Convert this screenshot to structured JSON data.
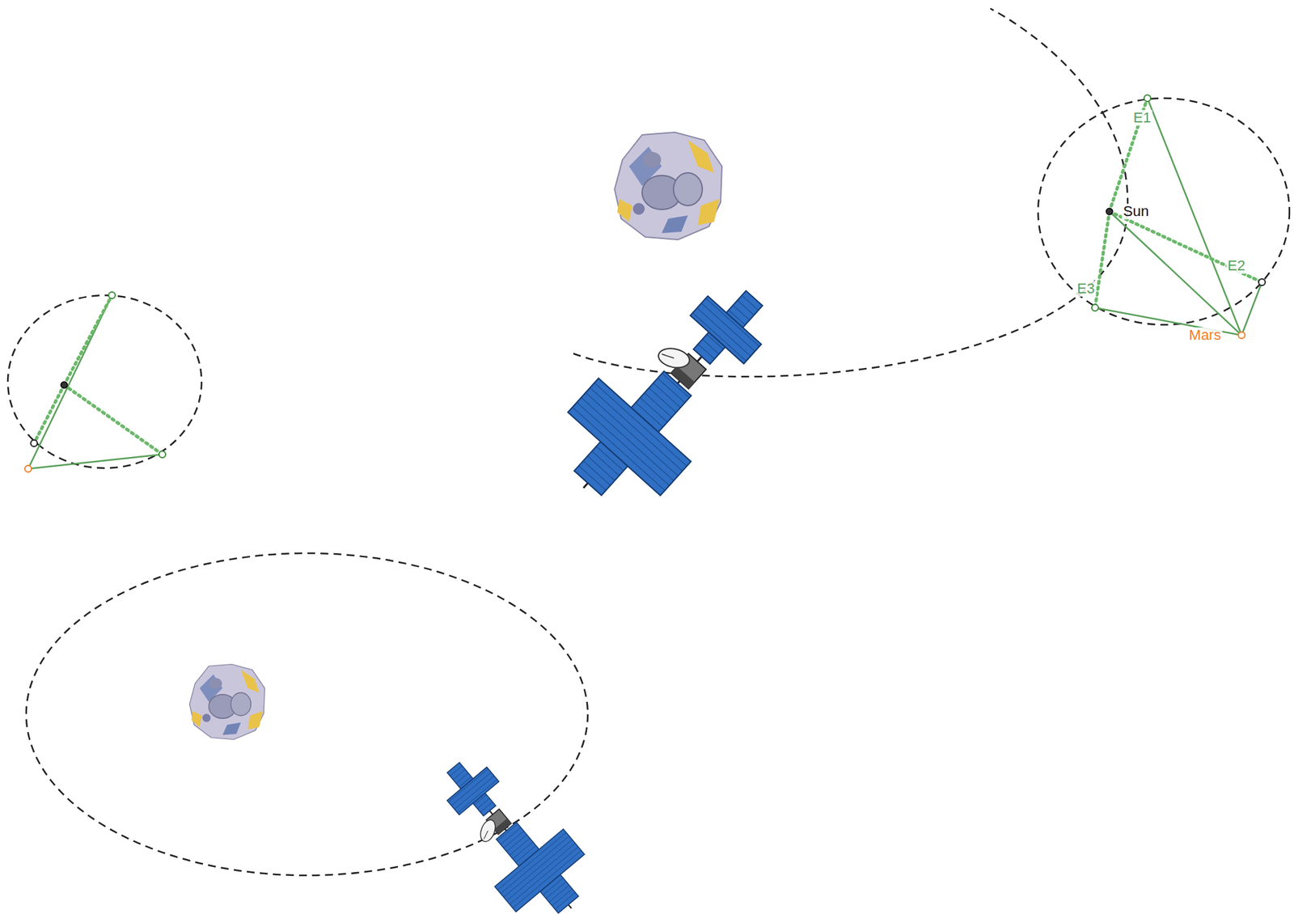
{
  "diagram": {
    "labels": [
      "E1",
      "Sun",
      "E2",
      "E3",
      "Mars"
    ]
  }
}
